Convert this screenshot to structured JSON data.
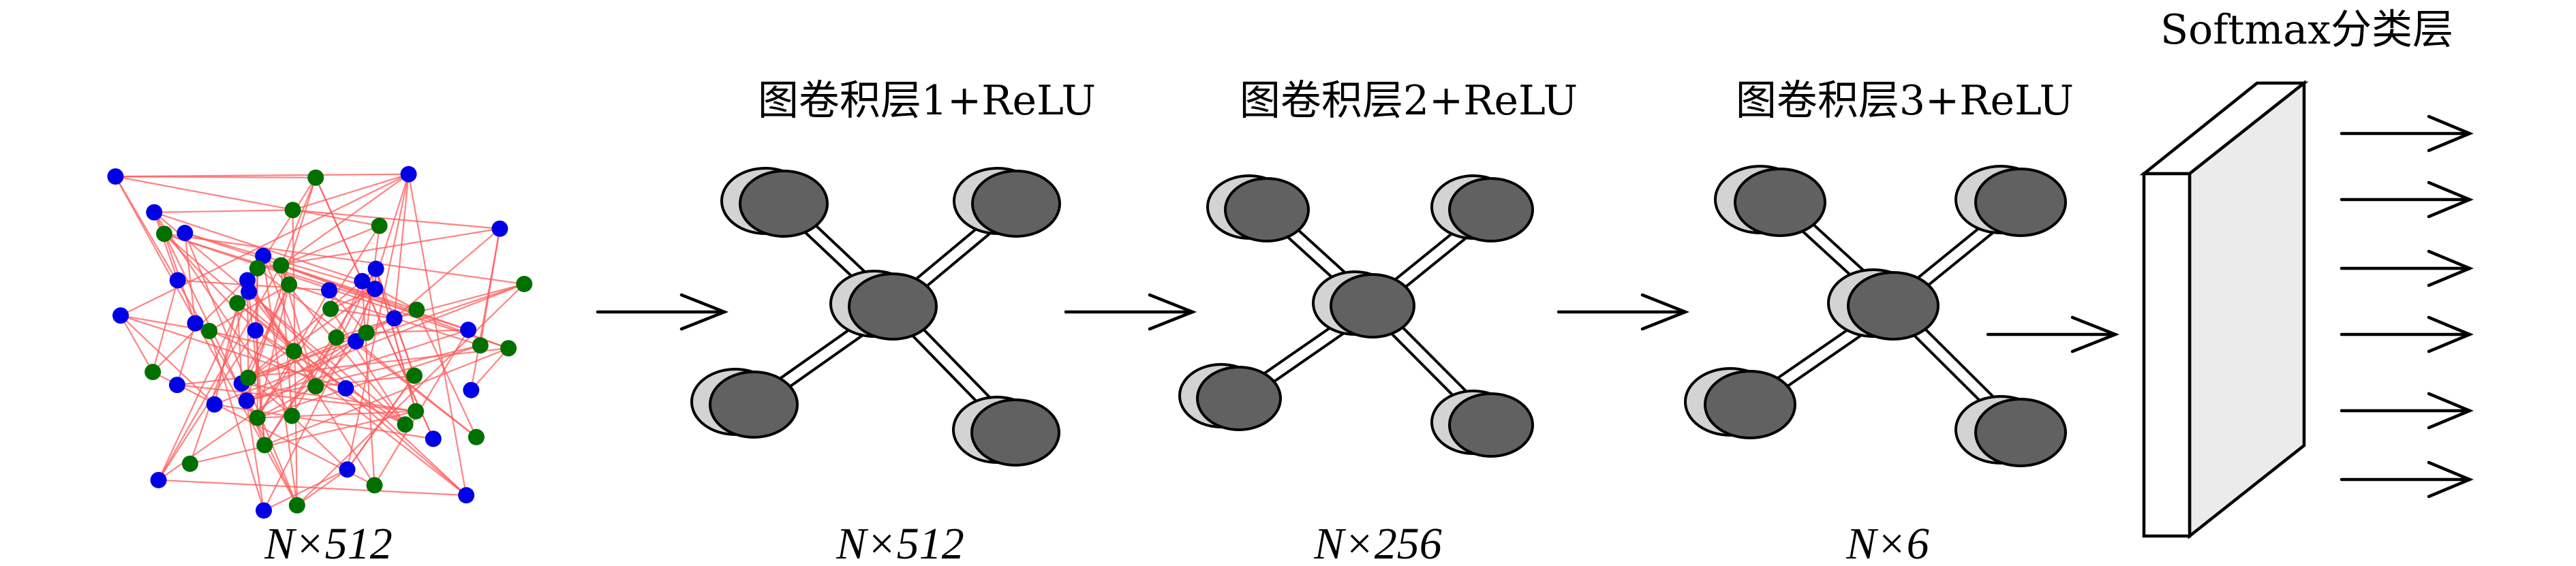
{
  "figure": {
    "type": "GCN architecture diagram",
    "input": {
      "name": "input graph",
      "dim_label": "N×512",
      "node_classes": [
        {
          "name": "blue-node",
          "color": "#0000e6",
          "count": 30
        },
        {
          "name": "green-node",
          "color": "#007000",
          "count": 30
        }
      ],
      "edge_color": "#ff5a5a"
    },
    "layers": [
      {
        "title": "图卷积层1+ReLU",
        "dim_label": "N×512"
      },
      {
        "title": "图卷积层2+ReLU",
        "dim_label": "N×256"
      },
      {
        "title": "图卷积层3+ReLU",
        "dim_label": "N×6"
      }
    ],
    "classifier": {
      "title": "Softmax分类层",
      "output_count": 6
    },
    "colors": {
      "node_front": "#616161",
      "node_back": "#d3d3d3",
      "slab_side": "#ebebeb",
      "slab_front": "#ffffff",
      "stroke": "#000000"
    }
  }
}
